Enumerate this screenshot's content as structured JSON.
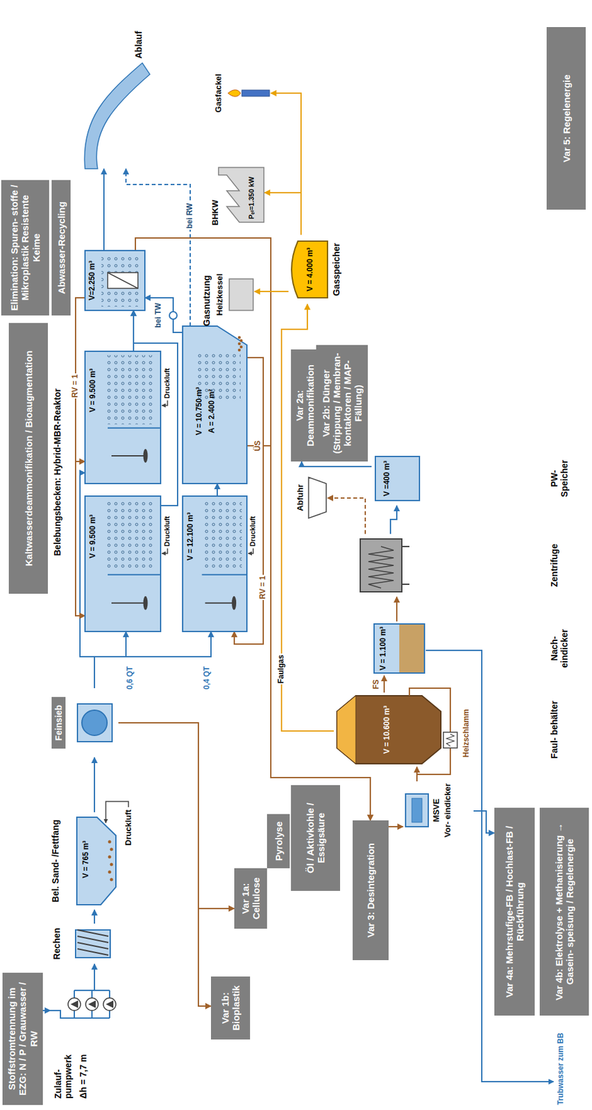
{
  "diagram": {
    "nodes": [
      {
        "text": [
          "Stoffstromtrennung im EZG: N / P / Grauwasser / RW"
        ]
      },
      {
        "text": [
          "Zulauf- pumpwerk",
          "Δh = 7,7 m"
        ]
      },
      {
        "text": [
          "Rechen"
        ]
      },
      {
        "text": [
          "Bel. Sand- /Fettfang",
          "V = 765 m³"
        ]
      },
      {
        "text": [
          "Feinsieb"
        ]
      },
      {
        "text": [
          "Var 1b: Bioplastik"
        ]
      },
      {
        "text": [
          "Var 1a: Cellulose"
        ]
      },
      {
        "text": [
          "Pyrolyse"
        ]
      },
      {
        "text": [
          "Öl / Aktivkohle / Essigsäure"
        ]
      },
      {
        "text": [
          "Kaltwasserdeammonifikation / Bioaugmentation"
        ]
      },
      {
        "text": [
          "V = 9.500 m³"
        ]
      },
      {
        "text": [
          "V = 9.500 m³"
        ]
      },
      {
        "text": [
          "V = 12.100 m³"
        ]
      },
      {
        "text": [
          "V = 10.750 m³",
          "A = 2.400 m²"
        ]
      },
      {
        "text": [
          "V=2.250 m³"
        ]
      },
      {
        "text": [
          "Elimination: Spuren- stoffe / Mikroplastik Resistente Keime"
        ]
      },
      {
        "text": [
          "Abwasser-Recycling"
        ]
      },
      {
        "text": [
          "Ablauf"
        ]
      },
      {
        "text": [
          "Var 3: Desintegration"
        ]
      },
      {
        "text": [
          "MSVE",
          "Vor- eindicker"
        ]
      },
      {
        "text": [
          "Faul- behälter",
          "V = 10.600 m³"
        ]
      },
      {
        "text": [
          "Nach- eindicker",
          "V = 1.100 m³"
        ]
      },
      {
        "text": [
          "Zentrifuge"
        ]
      },
      {
        "text": [
          "Abfuhr"
        ]
      },
      {
        "text": [
          "PW- Speicher",
          "V =400 m³"
        ]
      },
      {
        "text": [
          "Var 2a: Deammonifikation"
        ]
      },
      {
        "text": [
          "Var 2b: Dünger (Strippung / Membran- kontaktoren / MAP-Fällung)"
        ]
      },
      {
        "text": [
          "Gasspeicher",
          "V = 4.000 m³"
        ]
      },
      {
        "text": [
          "Heizkessel"
        ]
      },
      {
        "text": [
          "BHKW",
          "Pₑₗ=1.350 kW"
        ]
      },
      {
        "text": [
          "Gasfackel"
        ]
      },
      {
        "text": [
          "Var 4a: Mehrstufige-FB / Hochlast-FB / Rückführung"
        ]
      },
      {
        "text": [
          "Var 4b: Elektrolyse + Methanisierung → Gasein- speisung / Regelenergie"
        ]
      },
      {
        "text": [
          "Var 5: Regelenergie"
        ]
      }
    ],
    "edges": [
      {
        "from": 0,
        "to": 1,
        "arrow": "to"
      },
      {
        "from": 1,
        "to": 2,
        "arrow": "to"
      },
      {
        "from": 2,
        "to": 3,
        "arrow": "to"
      },
      {
        "from": 3,
        "to": 4,
        "arrow": "to"
      },
      {
        "from": 4,
        "to": 5,
        "arrow": "to"
      },
      {
        "from": 4,
        "to": 6,
        "arrow": "to"
      },
      {
        "from": 4,
        "to": 10,
        "arrow": "to"
      },
      {
        "from": 4,
        "to": 11,
        "arrow": "to"
      },
      {
        "from": 4,
        "to": 12,
        "arrow": "to"
      },
      {
        "from": 10,
        "to": 14,
        "arrow": "to"
      },
      {
        "from": 11,
        "to": 14,
        "arrow": "to"
      },
      {
        "from": 14,
        "to": 10,
        "arrow": "to"
      },
      {
        "from": 14,
        "to": 11,
        "arrow": "to",
        "label": "RV = 1"
      },
      {
        "from": 12,
        "to": 13,
        "arrow": "to"
      },
      {
        "from": 13,
        "to": 12,
        "arrow": "to",
        "label": "RV = 1"
      },
      {
        "from": 13,
        "to": 14,
        "arrow": "to",
        "label": "bei TW"
      },
      {
        "from": 14,
        "to": 17,
        "arrow": "to"
      },
      {
        "from": 13,
        "to": 17,
        "arrow": "to",
        "label": "bei RW"
      },
      {
        "from": 14,
        "to": 18,
        "arrow": "to"
      },
      {
        "from": 13,
        "to": 18,
        "arrow": "to",
        "label": "ÜS"
      },
      {
        "from": 18,
        "to": 19,
        "arrow": "to"
      },
      {
        "from": 19,
        "to": 20,
        "arrow": "to"
      },
      {
        "from": 20,
        "to": 21,
        "arrow": "to",
        "label": "FS"
      },
      {
        "from": 20,
        "to": 27,
        "arrow": "to",
        "label": "Faulgas"
      },
      {
        "from": 21,
        "to": 22,
        "arrow": "to"
      },
      {
        "from": 22,
        "to": 23,
        "arrow": "to"
      },
      {
        "from": 22,
        "to": 24,
        "arrow": "to"
      },
      {
        "from": 24,
        "to": 25,
        "arrow": "to"
      },
      {
        "from": 27,
        "to": 28,
        "arrow": "to"
      },
      {
        "from": 27,
        "to": 29,
        "arrow": "to"
      },
      {
        "from": 27,
        "to": 30,
        "arrow": "to"
      },
      {
        "from": 19,
        "to": 31,
        "arrow": "to"
      }
    ],
    "labels": [
      "Druckluft",
      "Belebungsbecken: Hybrid-MBR-Reaktor",
      "0,6 QT",
      "0,4 QT",
      "Druckluft",
      "Druckluft",
      "Druckluft",
      "Heizschlamm",
      "Gasnutzung",
      "Trubwasser zum BB"
    ]
  }
}
